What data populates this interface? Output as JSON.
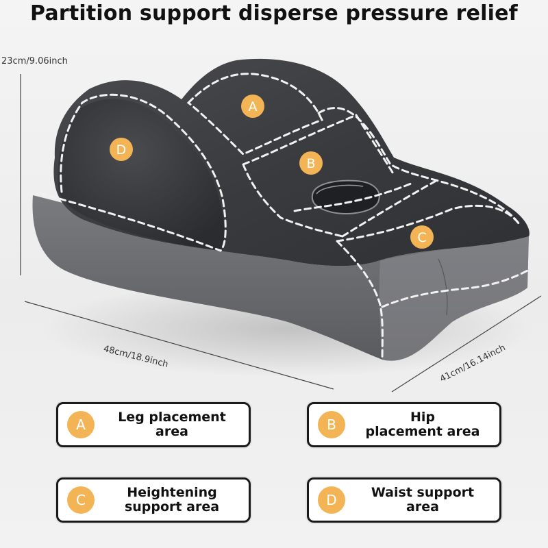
{
  "title": "Partition support disperse pressure relief",
  "dimensions": {
    "height": "23cm/9.06inch",
    "width": "48cm/18.9inch",
    "depth": "41cm/16.14inch"
  },
  "markers": {
    "a": "A",
    "b": "B",
    "c": "C",
    "d": "D"
  },
  "legend": [
    {
      "letter": "A",
      "line1": "Leg placement",
      "line2": "area"
    },
    {
      "letter": "B",
      "line1": "Hip",
      "line2": "placement area"
    },
    {
      "letter": "C",
      "line1": "Heightening",
      "line2": "support area"
    },
    {
      "letter": "D",
      "line1": "Waist support",
      "line2": "area"
    }
  ],
  "colors": {
    "marker": "#f3b456",
    "cushion_dark": "#3e3f42",
    "cushion_base": "#6d6e72",
    "dashes": "#f2f2f2"
  }
}
